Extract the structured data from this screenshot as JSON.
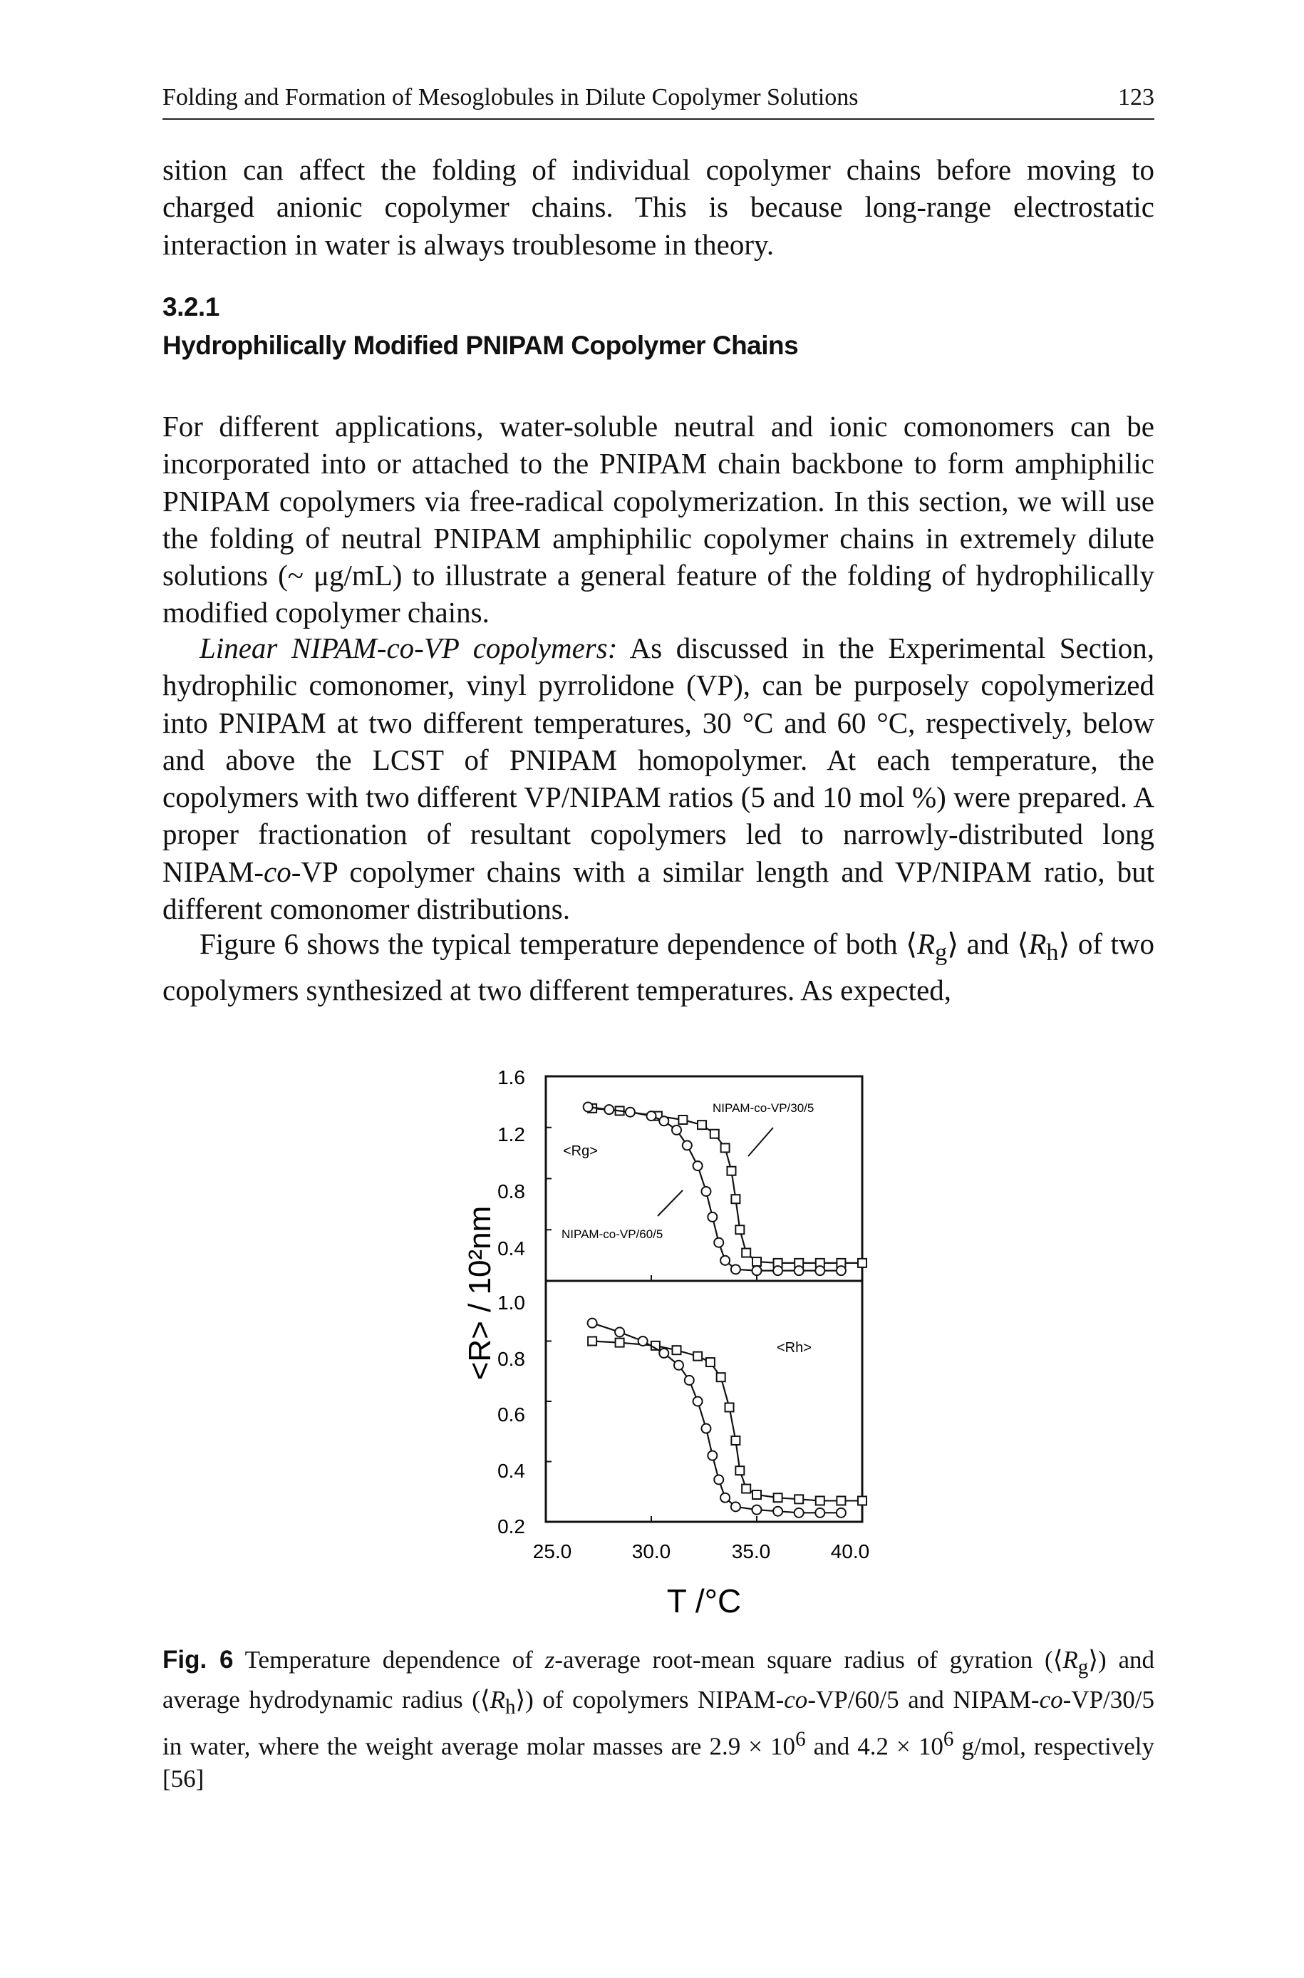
{
  "header": {
    "running_title": "Folding and Formation of Mesoglobules in Dilute Copolymer Solutions",
    "page_number": "123"
  },
  "paragraphs": {
    "p0": "sition can affect the folding of individual copolymer chains before moving to charged anionic copolymer chains. This is because long-range electrostatic interaction in water is always troublesome in theory.",
    "p1": "For different applications, water-soluble neutral and ionic comonomers can be incorporated into or attached to the PNIPAM chain backbone to form amphiphilic PNIPAM copolymers via free-radical copolymerization. In this section, we will use the folding of neutral PNIPAM amphiphilic copolymer chains in extremely dilute solutions (~ μg/mL) to illustrate a general feature of the folding of hydrophilically modified copolymer chains.",
    "p2_lead": "Linear NIPAM-co-VP copolymers:",
    "p2_a": " As discussed in the Experimental Section, hydrophilic comonomer, vinyl pyrrolidone (VP), can be purposely copolymerized into PNIPAM at two different temperatures, 30 °C and 60 °C, respectively, below and above the LCST of PNIPAM homopolymer. At each temperature, the copolymers with two different VP/NIPAM ratios (5 and 10 mol %) were prepared. A proper fractionation of resultant copolymers led to narrowly-distributed long NIPAM-",
    "p2_co": "co",
    "p2_b": "-VP copolymer chains with a similar length and VP/NIPAM ratio, but different comonomer distributions.",
    "p3_a": "Figure 6 shows the typical temperature dependence of both ⟨",
    "p3_R1": "R",
    "p3_g": "g",
    "p3_b": "⟩ and ⟨",
    "p3_R2": "R",
    "p3_h": "h",
    "p3_c": "⟩ of two copolymers synthesized at two different temperatures. As expected,"
  },
  "section": {
    "number": "3.2.1",
    "title": "Hydrophilically Modified PNIPAM Copolymer Chains"
  },
  "caption": {
    "label": "Fig. 6",
    "t1": " Temperature dependence of ",
    "z": "z",
    "t2": "-average root-mean square radius of gyration (⟨",
    "R1": "R",
    "g": "g",
    "t3": "⟩) and average hydrodynamic radius (⟨",
    "R2": "R",
    "h": "h",
    "t4": "⟩) of copolymers NIPAM-",
    "co1": "co",
    "t5": "-VP/60/5 and NIPAM-",
    "co2": "co",
    "t6": "-VP/30/5 in water, where the weight average molar masses are 2.9 × 10",
    "e1": "6",
    "t7": " and 4.2 × 10",
    "e2": "6",
    "t8": " g/mol, respectively [56]"
  },
  "chart_data": [
    {
      "type": "line",
      "panel": "top",
      "xlim": [
        25.0,
        40.0
      ],
      "ylim": [
        0.0,
        1.6
      ],
      "y_ticks": [
        "1.6",
        "1.2",
        "0.8",
        "0.4"
      ],
      "annotation": "<Rg>",
      "series": [
        {
          "name": "NIPAM-co-VP/30/5",
          "marker": "square",
          "x": [
            27.2,
            28.5,
            30.3,
            31.5,
            32.4,
            33.0,
            33.5,
            33.8,
            34.0,
            34.2,
            34.5,
            35.0,
            36.0,
            37.0,
            38.0,
            39.0,
            40.0
          ],
          "y": [
            1.35,
            1.33,
            1.29,
            1.26,
            1.22,
            1.15,
            1.04,
            0.86,
            0.64,
            0.4,
            0.22,
            0.15,
            0.14,
            0.14,
            0.14,
            0.14,
            0.14
          ]
        },
        {
          "name": "NIPAM-co-VP/60/5",
          "marker": "circle",
          "x": [
            27.0,
            28.0,
            29.0,
            30.0,
            30.6,
            31.2,
            31.7,
            32.2,
            32.6,
            32.9,
            33.2,
            33.5,
            34.0,
            35.0,
            36.0,
            37.0,
            38.0,
            39.0
          ],
          "y": [
            1.36,
            1.34,
            1.32,
            1.29,
            1.25,
            1.18,
            1.06,
            0.9,
            0.7,
            0.5,
            0.3,
            0.16,
            0.09,
            0.08,
            0.08,
            0.08,
            0.08,
            0.08
          ]
        }
      ]
    },
    {
      "type": "line",
      "panel": "bottom",
      "xlim": [
        25.0,
        40.0
      ],
      "ylim": [
        0.2,
        1.0
      ],
      "x_ticks": [
        "25.0",
        "30.0",
        "35.0",
        "40.0"
      ],
      "y_ticks": [
        "1.0",
        "0.8",
        "0.6",
        "0.4",
        "0.2"
      ],
      "annotation": "<Rh>",
      "series": [
        {
          "name": "NIPAM-co-VP/30/5",
          "marker": "square",
          "x": [
            27.2,
            28.5,
            30.2,
            31.2,
            32.2,
            32.8,
            33.3,
            33.7,
            34.0,
            34.2,
            34.5,
            35.0,
            36.0,
            37.0,
            38.0,
            39.0,
            40.0
          ],
          "y": [
            0.8,
            0.795,
            0.785,
            0.77,
            0.75,
            0.73,
            0.68,
            0.58,
            0.47,
            0.37,
            0.31,
            0.29,
            0.28,
            0.275,
            0.27,
            0.27,
            0.27
          ],
          "style": "solid"
        },
        {
          "name": "NIPAM-co-VP/60/5",
          "marker": "circle",
          "x": [
            27.2,
            28.5,
            29.6,
            30.6,
            31.3,
            31.8,
            32.2,
            32.6,
            32.9,
            33.2,
            33.5,
            34.0,
            35.0,
            36.0,
            37.0,
            38.0,
            39.0
          ],
          "y": [
            0.86,
            0.83,
            0.8,
            0.76,
            0.72,
            0.67,
            0.6,
            0.51,
            0.42,
            0.34,
            0.28,
            0.25,
            0.24,
            0.235,
            0.23,
            0.23,
            0.23
          ],
          "style": "solid"
        }
      ]
    }
  ],
  "figure_text": {
    "ylabel": "<R> / 10²nm",
    "xlabel": "T /°C",
    "label_30": "NIPAM-co-VP/30/5",
    "label_60": "NIPAM-co-VP/60/5",
    "rg": "<Rg>",
    "rh": "<Rh>"
  }
}
